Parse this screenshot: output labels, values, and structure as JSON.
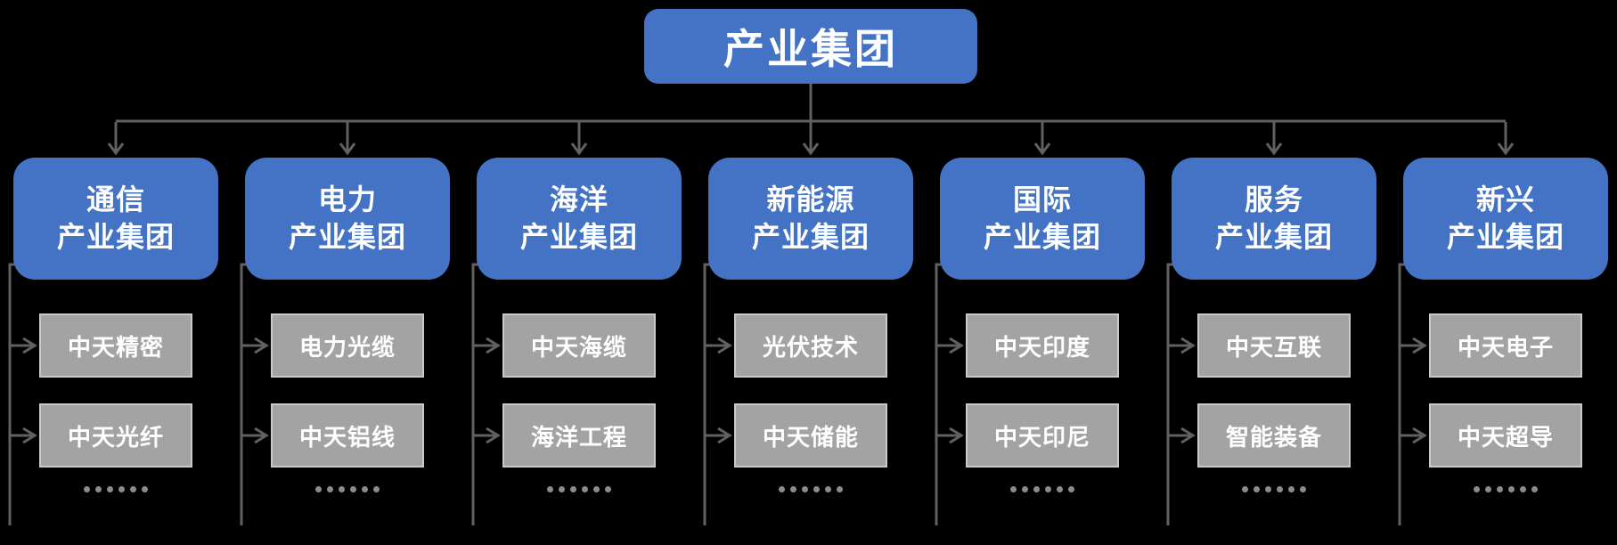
{
  "title": {
    "label": "产业集团"
  },
  "groups": [
    {
      "name_line1": "通信",
      "name_line2": "产业集团",
      "subs": [
        "中天精密",
        "中天光纤"
      ]
    },
    {
      "name_line1": "电力",
      "name_line2": "产业集团",
      "subs": [
        "电力光缆",
        "中天铝线"
      ]
    },
    {
      "name_line1": "海洋",
      "name_line2": "产业集团",
      "subs": [
        "中天海缆",
        "海洋工程"
      ]
    },
    {
      "name_line1": "新能源",
      "name_line2": "产业集团",
      "subs": [
        "光伏技术",
        "中天储能"
      ]
    },
    {
      "name_line1": "国际",
      "name_line2": "产业集团",
      "subs": [
        "中天印度",
        "中天印尼"
      ]
    },
    {
      "name_line1": "服务",
      "name_line2": "产业集团",
      "subs": [
        "中天互联",
        "智能装备"
      ]
    },
    {
      "name_line1": "新兴",
      "name_line2": "产业集团",
      "subs": [
        "中天电子",
        "中天超导"
      ]
    }
  ],
  "more_indicator": {
    "dots_per_group": 6
  },
  "colors": {
    "background": "#000000",
    "node_blue": "#4472C4",
    "node_gray_fill": "#a3a3a3",
    "node_gray_border": "#c9c9c9",
    "connector": "#616161",
    "dot": "#8c8c8c",
    "text": "#ffffff"
  }
}
